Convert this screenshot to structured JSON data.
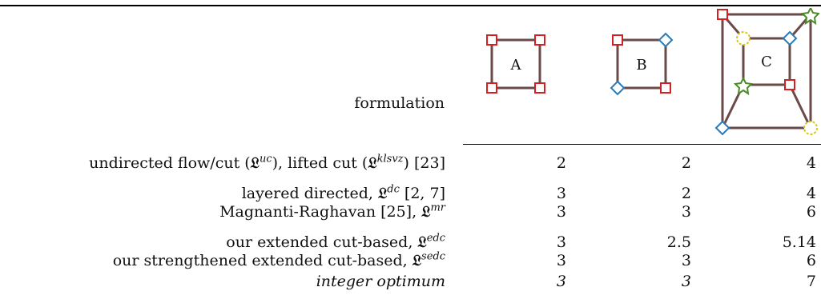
{
  "header": {
    "formulation": "formulation"
  },
  "graphs": [
    {
      "label": "A",
      "kind": "square-4-red"
    },
    {
      "label": "B",
      "kind": "square-2-red-2-blue"
    },
    {
      "label": "C",
      "kind": "nested-squares"
    }
  ],
  "rows": [
    {
      "prefix": "undirected flow/cut (",
      "sym1": "𝔏",
      "sup1": "uc",
      "mid": "), lifted cut (",
      "sym2": "𝔏",
      "sup2": "klsvz",
      "suffix": ") [23]",
      "v1": "2",
      "v2": "2",
      "v3": "4"
    },
    {
      "prefix": "layered directed, ",
      "sym1": "𝔏",
      "sup1": "dc",
      "suffix": " [2, 7]",
      "v1": "3",
      "v2": "2",
      "v3": "4"
    },
    {
      "prefix": "Magnanti-Raghavan [25], ",
      "sym1": "𝔏",
      "sup1": "mr",
      "v1": "3",
      "v2": "3",
      "v3": "6"
    },
    {
      "prefix": "our extended cut-based, ",
      "sym1": "𝔏",
      "sup1": "edc",
      "v1": "3",
      "v2": "2.5",
      "v3": "5.14"
    },
    {
      "prefix": "our strengthened extended cut-based, ",
      "sym1": "𝔏",
      "sup1": "sedc",
      "v1": "3",
      "v2": "3",
      "v3": "6"
    },
    {
      "prefix": "integer optimum",
      "v1": "3",
      "v2": "3",
      "v3": "7"
    }
  ]
}
